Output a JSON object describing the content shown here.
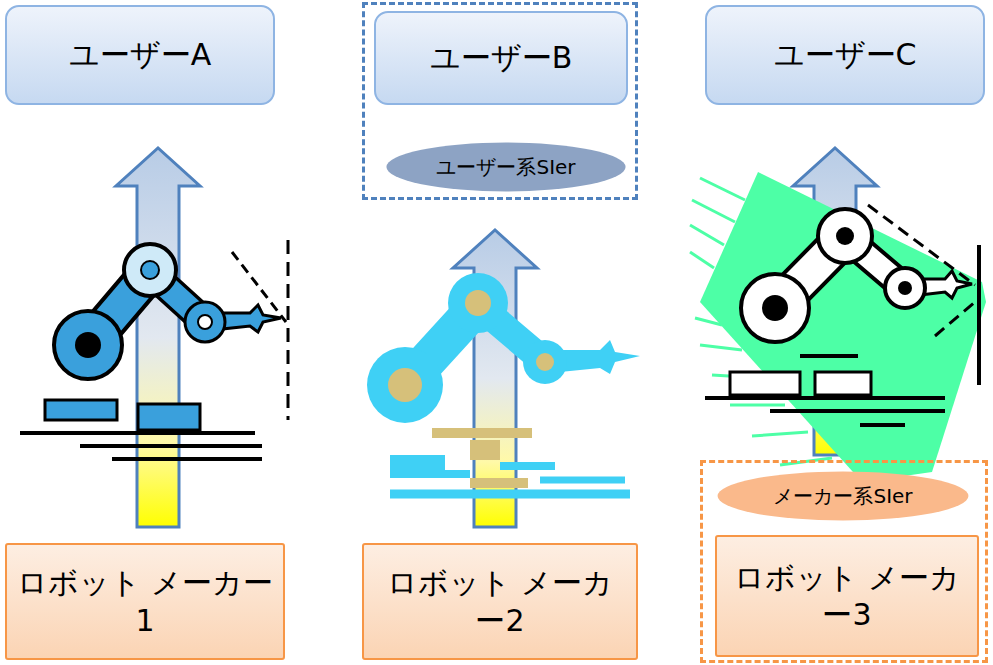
{
  "diagram": {
    "nodes": [
      {
        "text": [
          "ユーザーA"
        ]
      },
      {
        "text": []
      },
      {
        "text": [
          "ユーザーB"
        ],
        "in": 1
      },
      {
        "text": [
          "ユーザー系SIer"
        ],
        "in": 1
      },
      {
        "text": [
          "ユーザーC"
        ]
      },
      {
        "text": [
          "ロボット メーカー1"
        ]
      },
      {
        "text": [
          "ロボット メーカー2"
        ]
      },
      {
        "text": []
      },
      {
        "text": [
          "メーカー系SIer"
        ],
        "in": 7
      },
      {
        "text": [
          "ロボット メーカー3"
        ],
        "in": 7
      }
    ],
    "edges": [
      {
        "from": 5,
        "to": 0,
        "arrow": "to"
      },
      {
        "from": 6,
        "to": 1,
        "arrow": "to"
      },
      {
        "from": 7,
        "to": 4,
        "arrow": "to"
      }
    ]
  }
}
